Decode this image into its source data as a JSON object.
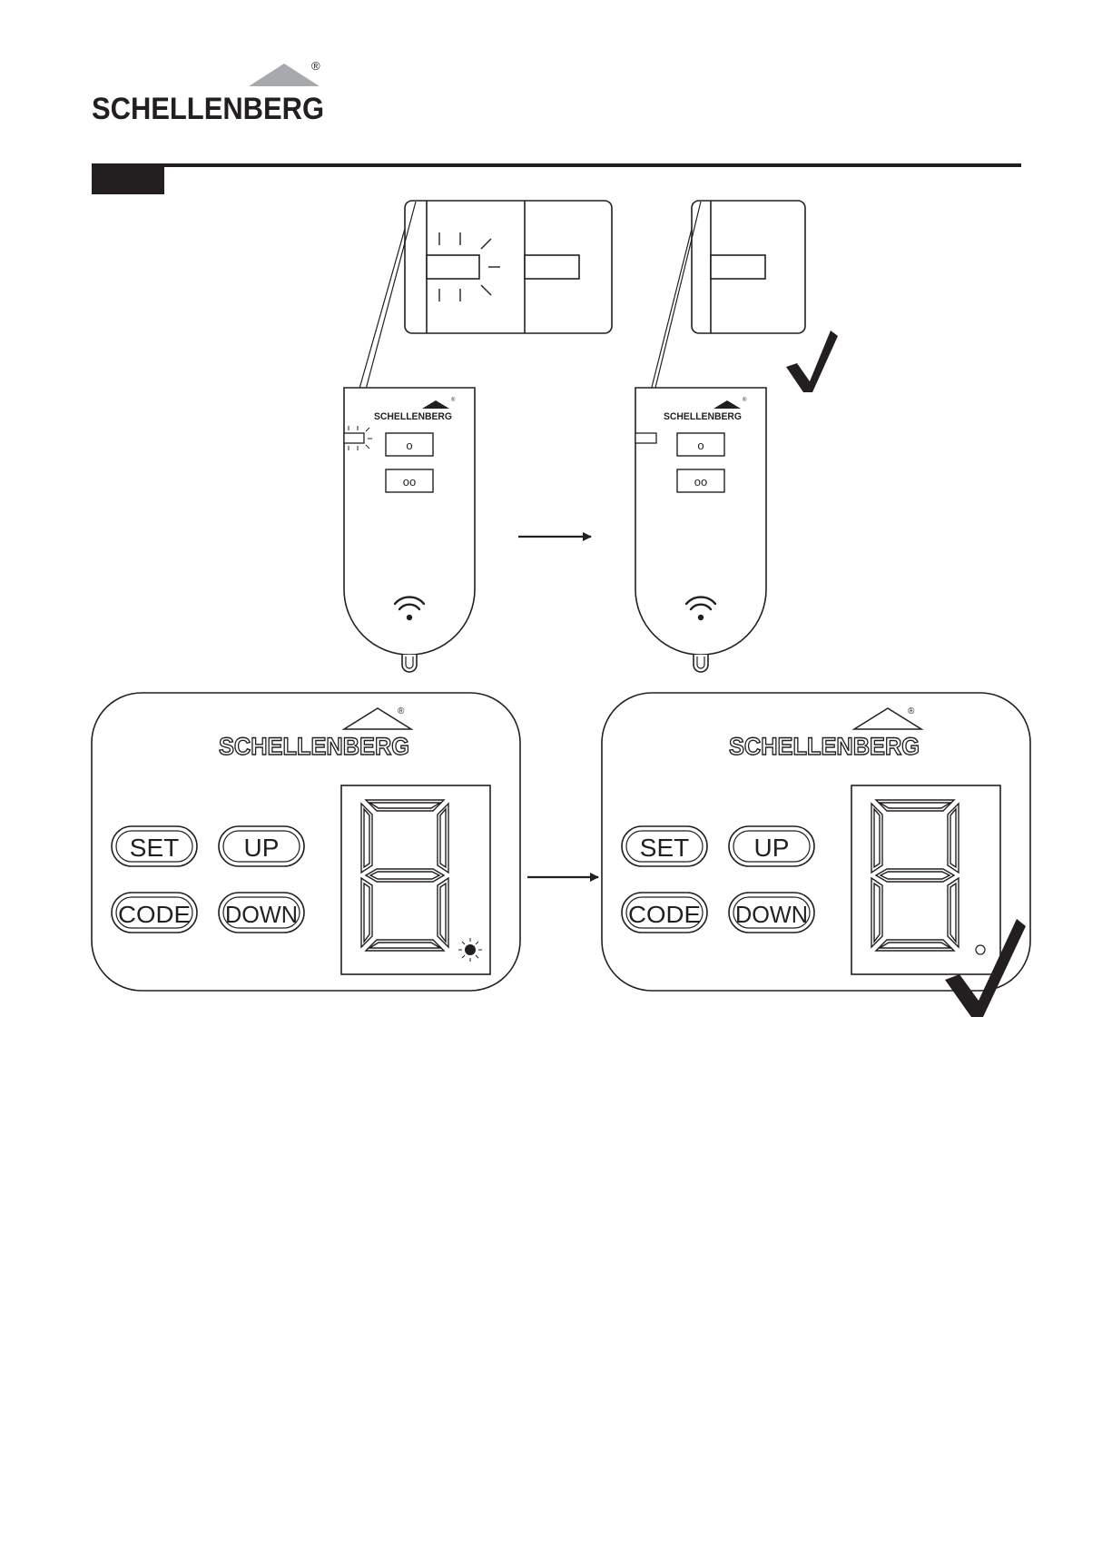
{
  "brand": {
    "name": "SCHELLENBERG",
    "registered_mark": "®",
    "logo_roof_color": "#a7a9ac",
    "ink_color": "#231f20"
  },
  "remote": {
    "brand_label": "SCHELLENBERG",
    "button_one_label": "o",
    "button_two_label": "oo",
    "wireless_icon": "wifi-icon"
  },
  "control_panel": {
    "brand_label": "SCHELLENBERG",
    "buttons": {
      "set": "SET",
      "up": "UP",
      "code": "CODE",
      "down": "DOWN"
    },
    "display_icon": "seven-segment-display"
  },
  "steps": [
    {
      "state": "led-blinking"
    },
    {
      "state": "led-off",
      "confirmed": true
    }
  ],
  "icons": {
    "arrow": "arrow-right-icon",
    "check": "checkmark-icon",
    "blink": "blink-rays-icon"
  }
}
